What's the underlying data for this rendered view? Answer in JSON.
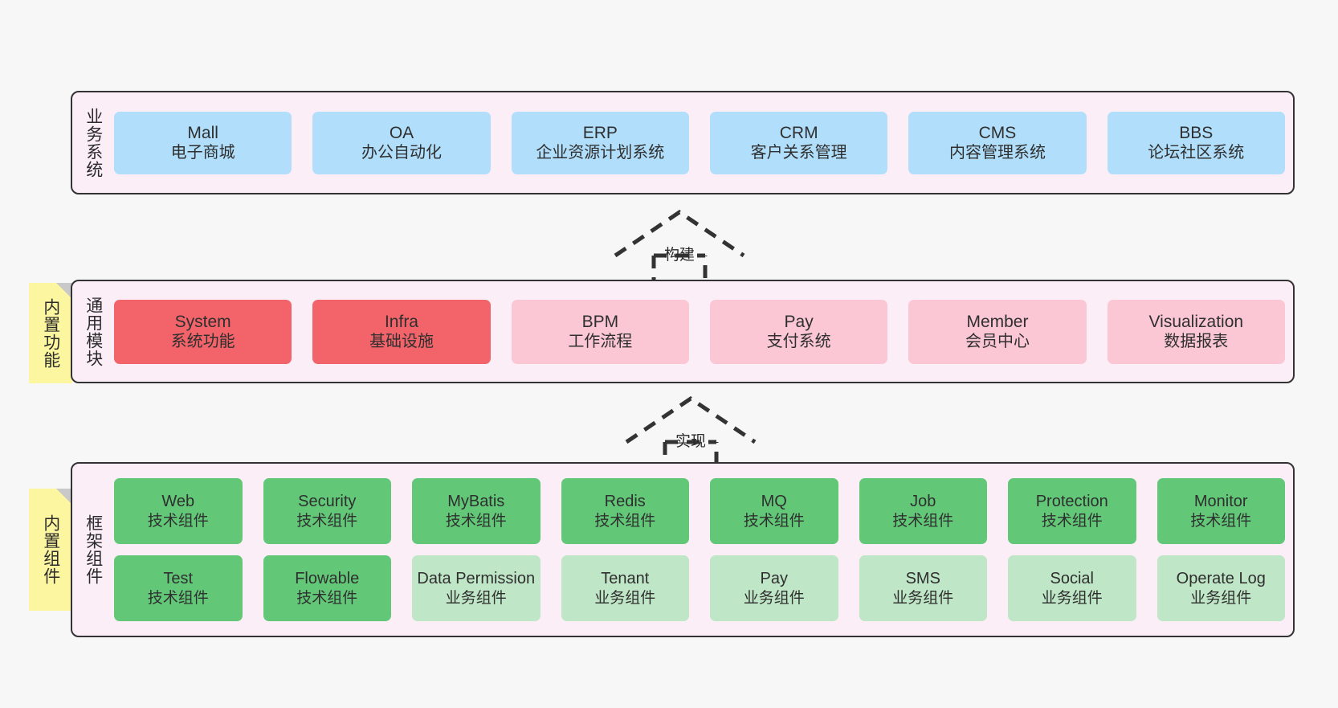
{
  "diagram": {
    "background_color": "#f7f7f7",
    "layer_fill": "#fbeef7",
    "layer_border": "#333333",
    "note_fill": "#fcf6a0"
  },
  "layers": [
    {
      "id": "business",
      "title": "业务系统",
      "nodes": [
        {
          "en": "Mall",
          "cn": "电子商城",
          "color": "#b1dffb",
          "style": "blue"
        },
        {
          "en": "OA",
          "cn": "办公自动化",
          "color": "#b1dffb",
          "style": "blue"
        },
        {
          "en": "ERP",
          "cn": "企业资源计划系统",
          "color": "#b1dffb",
          "style": "blue"
        },
        {
          "en": "CRM",
          "cn": "客户关系管理",
          "color": "#b1dffb",
          "style": "blue"
        },
        {
          "en": "CMS",
          "cn": "内容管理系统",
          "color": "#b1dffb",
          "style": "blue"
        },
        {
          "en": "BBS",
          "cn": "论坛社区系统",
          "color": "#b1dffb",
          "style": "blue"
        }
      ]
    },
    {
      "id": "common",
      "title": "通用模块",
      "note": "内置功能",
      "nodes": [
        {
          "en": "System",
          "cn": "系统功能",
          "color": "#f2646a",
          "style": "red"
        },
        {
          "en": "Infra",
          "cn": "基础设施",
          "color": "#f2646a",
          "style": "red"
        },
        {
          "en": "BPM",
          "cn": "工作流程",
          "color": "#fbc7d4",
          "style": "pink"
        },
        {
          "en": "Pay",
          "cn": "支付系统",
          "color": "#fbc7d4",
          "style": "pink"
        },
        {
          "en": "Member",
          "cn": "会员中心",
          "color": "#fbc7d4",
          "style": "pink"
        },
        {
          "en": "Visualization",
          "cn": "数据报表",
          "color": "#fbc7d4",
          "style": "pink"
        }
      ]
    },
    {
      "id": "framework",
      "title": "框架组件",
      "note": "内置组件",
      "rows": [
        [
          {
            "en": "Web",
            "cn": "技术组件",
            "color": "#62c878",
            "style": "green"
          },
          {
            "en": "Security",
            "cn": "技术组件",
            "color": "#62c878",
            "style": "green"
          },
          {
            "en": "MyBatis",
            "cn": "技术组件",
            "color": "#62c878",
            "style": "green"
          },
          {
            "en": "Redis",
            "cn": "技术组件",
            "color": "#62c878",
            "style": "green"
          },
          {
            "en": "MQ",
            "cn": "技术组件",
            "color": "#62c878",
            "style": "green"
          },
          {
            "en": "Job",
            "cn": "技术组件",
            "color": "#62c878",
            "style": "green"
          },
          {
            "en": "Protection",
            "cn": "技术组件",
            "color": "#62c878",
            "style": "green"
          },
          {
            "en": "Monitor",
            "cn": "技术组件",
            "color": "#62c878",
            "style": "green"
          }
        ],
        [
          {
            "en": "Test",
            "cn": "技术组件",
            "color": "#62c878",
            "style": "green"
          },
          {
            "en": "Flowable",
            "cn": "技术组件",
            "color": "#62c878",
            "style": "green"
          },
          {
            "en": "Data Permission",
            "cn": "业务组件",
            "color": "#bfe6c6",
            "style": "lgreen",
            "wrap": true
          },
          {
            "en": "Tenant",
            "cn": "业务组件",
            "color": "#bfe6c6",
            "style": "lgreen"
          },
          {
            "en": "Pay",
            "cn": "业务组件",
            "color": "#bfe6c6",
            "style": "lgreen"
          },
          {
            "en": "SMS",
            "cn": "业务组件",
            "color": "#bfe6c6",
            "style": "lgreen"
          },
          {
            "en": "Social",
            "cn": "业务组件",
            "color": "#bfe6c6",
            "style": "lgreen"
          },
          {
            "en": "Operate Log",
            "cn": "业务组件",
            "color": "#bfe6c6",
            "style": "lgreen"
          }
        ]
      ]
    }
  ],
  "connectors": [
    {
      "id": "build",
      "label": "构建",
      "from": "common",
      "to": "business",
      "style": "dashed-generalization"
    },
    {
      "id": "implement",
      "label": "实现",
      "from": "framework",
      "to": "common",
      "style": "dashed-generalization"
    }
  ]
}
